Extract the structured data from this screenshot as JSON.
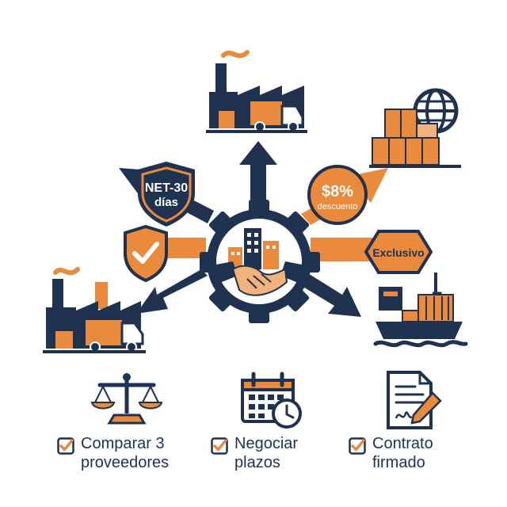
{
  "badges": {
    "terms": [
      "NET-30",
      "días"
    ],
    "discount_value": "$8%",
    "discount_label": "descuento",
    "exclusive": "Exclusivo"
  },
  "steps": [
    {
      "label": "Comparar 3\nproveedores"
    },
    {
      "label": "Negociar\nplazos"
    },
    {
      "label": "Contrato\nfirmado"
    }
  ],
  "colors": {
    "navy": "#1f3250",
    "orange": "#e98a3c",
    "light_orange": "#f2b27b",
    "white": "#ffffff"
  },
  "icons": {
    "center": "gear-handshake-buildings-icon",
    "top": "factory-truck-icon",
    "top_right": "boxes-globe-icon",
    "right": "cargo-ship-icon",
    "left": "factory-truck-icon",
    "shield_check": "shield-check-icon",
    "scale": "balance-scale-icon",
    "calendar": "calendar-clock-icon",
    "contract": "contract-signature-icon"
  }
}
